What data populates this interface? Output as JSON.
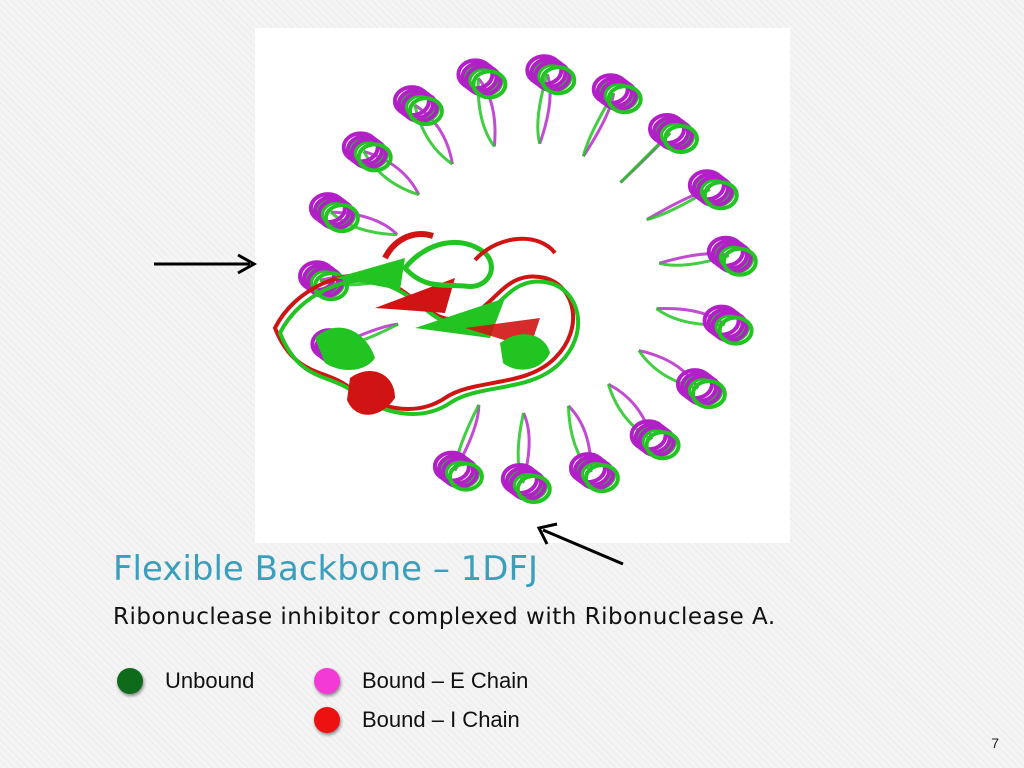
{
  "slide": {
    "title": "Flexible Backbone – 1DFJ",
    "subtitle": "Ribonuclease inhibitor complexed with Ribonuclease A.",
    "page_number": "7"
  },
  "legend": [
    {
      "label": "Unbound",
      "color": "#0f6b1c"
    },
    {
      "label": "Bound – E Chain",
      "color": "#f43ad6"
    },
    {
      "label": "Bound – I Chain",
      "color": "#ee1111"
    }
  ],
  "colors": {
    "title": "#3a9fbd",
    "structure_green": "#22c422",
    "structure_magenta": "#b21fc7",
    "structure_red": "#d01414"
  },
  "icons": [
    "arrow-right-icon",
    "arrow-up-left-icon"
  ]
}
